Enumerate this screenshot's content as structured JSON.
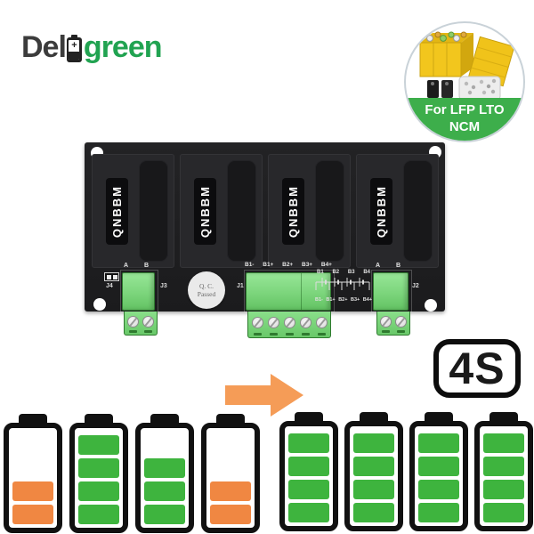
{
  "brand": {
    "name_prefix": "Del",
    "name_suffix": "green",
    "plus_sign": "+",
    "colors": {
      "prefix": "#3c3c3c",
      "suffix": "#21a351"
    }
  },
  "compat_badge": {
    "line1": "For LFP LTO",
    "line2": "NCM",
    "band_color": "#3dae4b"
  },
  "board": {
    "module_label": "QNBBM",
    "qc_sticker": {
      "line1": "Q. C.",
      "line2": "Passed"
    },
    "connectors": {
      "j4_label": "J4",
      "j3_label": "J3",
      "j1_label": "J1",
      "j2_label": "J2",
      "j3_pins": [
        "A",
        "B"
      ],
      "j2_pins": [
        "A",
        "B"
      ],
      "j1_pins": [
        "B1-",
        "B1+",
        "B2+",
        "B3+",
        "B4+"
      ],
      "schematic_top": [
        "B1",
        "B2",
        "B3",
        "B4"
      ],
      "schematic_bottom": [
        "B1-",
        "B1+",
        "B2+",
        "B3+",
        "B4+"
      ]
    }
  },
  "spec_badge": {
    "label": "4S"
  },
  "balance": {
    "segments_max": 4,
    "colors": {
      "green": "#3eb43e",
      "orange": "#f08742"
    },
    "arrow_color": "#f59c57",
    "before": [
      {
        "level": 2,
        "color": "orange"
      },
      {
        "level": 4,
        "color": "green"
      },
      {
        "level": 3,
        "color": "green"
      },
      {
        "level": 2,
        "color": "orange"
      }
    ],
    "after": [
      {
        "level": 4,
        "color": "green"
      },
      {
        "level": 4,
        "color": "green"
      },
      {
        "level": 4,
        "color": "green"
      },
      {
        "level": 4,
        "color": "green"
      }
    ]
  }
}
